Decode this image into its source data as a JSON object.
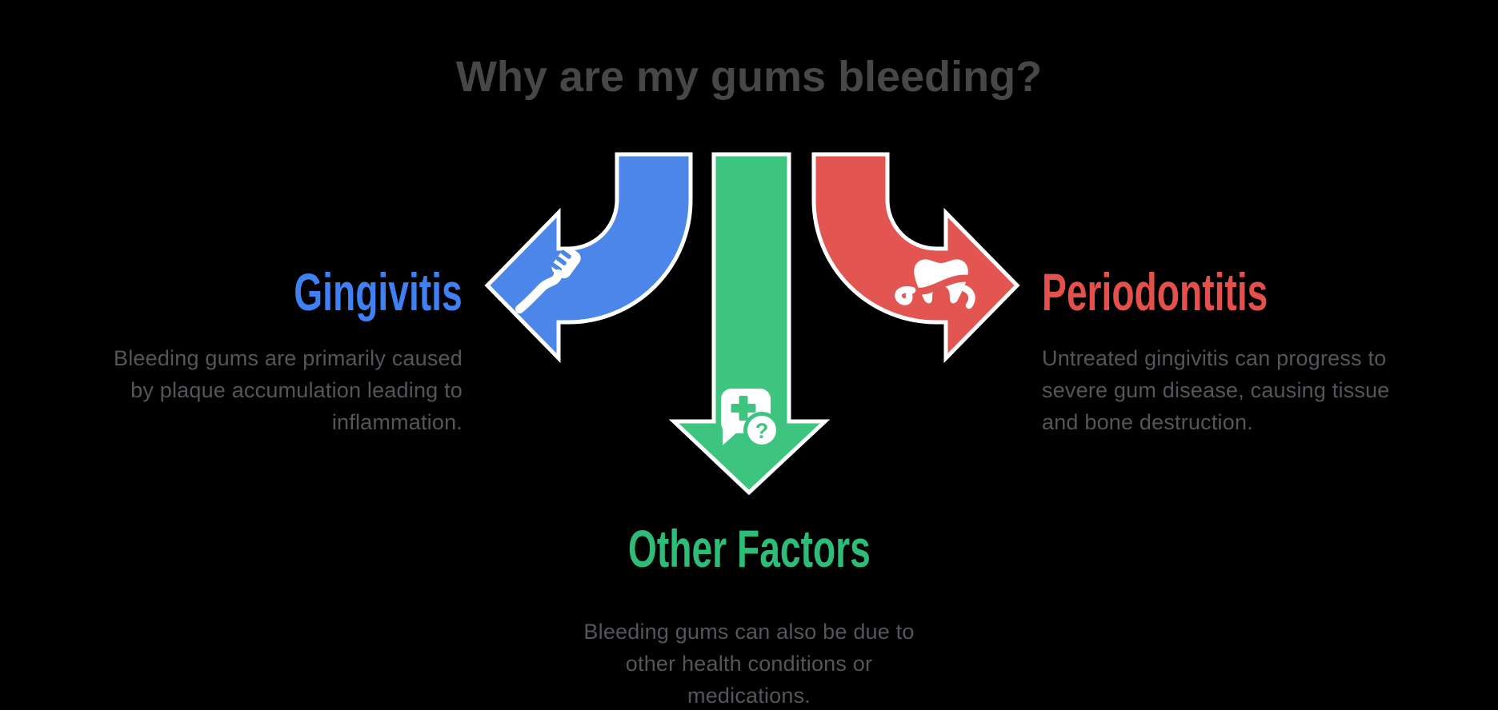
{
  "title": {
    "text": "Why are my gums bleeding?",
    "color": "#474747"
  },
  "colors": {
    "background": "#000000",
    "body_text": "#53565a",
    "arrow_outline": "#ffffff",
    "blue": "#4c86e8",
    "green": "#3dc47e",
    "red": "#e25551"
  },
  "sections": [
    {
      "id": "gingivitis",
      "heading": "Gingivitis",
      "heading_color": "#3f80f2",
      "arrow_color": "#4c86e8",
      "icon": "toothbrush-icon",
      "description": "Bleeding gums are primarily caused\nby plaque accumulation leading to\ninflammation."
    },
    {
      "id": "other-factors",
      "heading": "Other Factors",
      "heading_color": "#2ebd79",
      "arrow_color": "#3dc47e",
      "icon": "medical-chat-question-icon",
      "icon_overlay_text": "?",
      "description": "Bleeding gums can also be due to\nother health conditions or\nmedications."
    },
    {
      "id": "periodontitis",
      "heading": "Periodontitis",
      "heading_color": "#e4504c",
      "arrow_color": "#e25551",
      "icon": "tooth-gum-disease-icon",
      "description": "Untreated gingivitis can progress to\nsevere gum disease, causing tissue\nand bone destruction."
    }
  ]
}
